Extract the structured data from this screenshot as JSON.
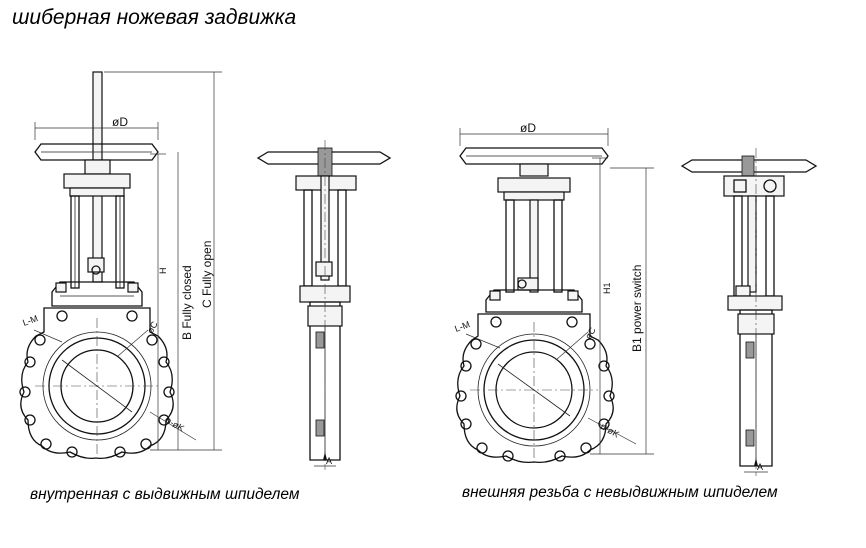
{
  "title": "шиберная ножевая задвижка",
  "captions": {
    "left": "внутренная с выдвижным шпиделем",
    "right": "внешняя резьба с невыдвижным шпиделем"
  },
  "labels": {
    "d_left": "øD",
    "h_left": "H",
    "b_fully_closed": "B  Fully closed",
    "c_fully_open": "C  Fully open",
    "l_m_left": "L-M",
    "c_left": "øC",
    "n_k_left": "n-øK",
    "a_left": "A",
    "d_right": "øD",
    "h1_right": "H1",
    "b1_power_switch": "B1  power switch",
    "l_m_right": "L-M",
    "c_right": "øC",
    "n_k_right": "n-øK",
    "a_right": "A"
  }
}
